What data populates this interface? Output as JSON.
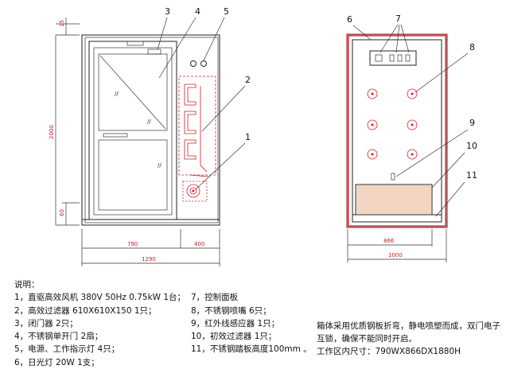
{
  "callouts": [
    "1",
    "2",
    "3",
    "4",
    "5",
    "6",
    "7",
    "8",
    "9",
    "10",
    "11"
  ],
  "dims": {
    "front_height": "2000",
    "top_small": "15",
    "bottom_small": "60",
    "door_width": "790",
    "side_width": "400",
    "total_width": "1290",
    "side_inner_width": "866",
    "side_total_width": "1000"
  },
  "notes": {
    "heading": "说明：",
    "left": [
      "1，直驱高效风机 380V 50Hz 0.75kW 1台；",
      "2，高效过滤器 610X610X150      1只；",
      "3，闭门器    2只；",
      "4，不锈钢单开门 2扇；",
      "5，电源、工作指示灯    4只；",
      "6，日光灯 20W   1支；"
    ],
    "right": [
      "7，控制面板",
      "8，不锈钢喷嘴 6只；",
      "9，红外线感应器 1只；",
      "10，初效过滤器 1只；",
      "11，不锈钢踏板高度100mm 。"
    ]
  },
  "remarks": {
    "material": "箱体采用优质钢板折弯，静电喷塑而成，双门电子互锁，确保不能同时开启。",
    "work_area": "工作区内尺寸：790WX866DX1880H"
  }
}
